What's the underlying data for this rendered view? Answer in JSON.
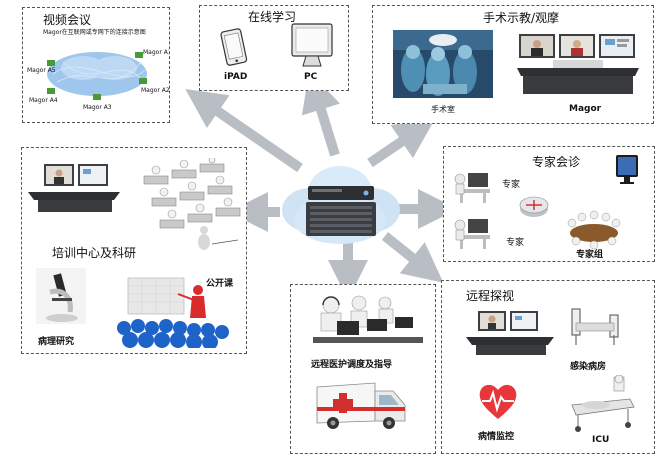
{
  "video_conf": {
    "title": "视频会议",
    "subtitle": "Magor在互联网或专网下的连接示意图",
    "nodes": [
      "Magor A1",
      "Magor A2",
      "Magor A3",
      "Magor A4",
      "Magor A5"
    ]
  },
  "online_learning": {
    "title": "在线学习",
    "ipad_label": "iPAD",
    "pc_label": "PC"
  },
  "surgery": {
    "title": "手术示教/观摩",
    "or_label": "手术室",
    "magor_label": "Magor"
  },
  "training": {
    "title": "培训中心及科研",
    "pathology_label": "病理研究",
    "lecture_label": "公开课"
  },
  "expert": {
    "title": "专家会诊",
    "expert_label_1": "专家",
    "expert_label_2": "专家",
    "group_label": "专家组"
  },
  "dispatch": {
    "title": "远程医护调度及指导"
  },
  "visit": {
    "title": "远程探视",
    "ward_label": "感染病房",
    "monitor_label": "病情监控",
    "icu_label": "ICU"
  },
  "colors": {
    "arrow": "#b9bec4",
    "cloud": "#cfe3f5",
    "heart": "#e8373c",
    "lecture_blue": "#1e63c8"
  }
}
